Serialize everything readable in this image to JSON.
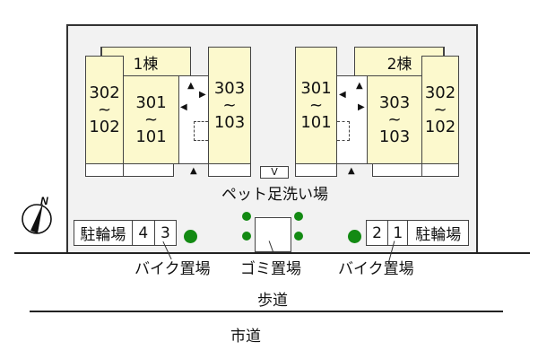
{
  "buildings": [
    {
      "name": "1棟",
      "units": [
        {
          "top": "302",
          "sep": "~",
          "bottom": "102"
        },
        {
          "top": "301",
          "sep": "~",
          "bottom": "101"
        },
        {
          "top": "303",
          "sep": "~",
          "bottom": "103"
        }
      ]
    },
    {
      "name": "2棟",
      "units": [
        {
          "top": "301",
          "sep": "~",
          "bottom": "101"
        },
        {
          "top": "303",
          "sep": "~",
          "bottom": "103"
        },
        {
          "top": "302",
          "sep": "~",
          "bottom": "102"
        }
      ]
    }
  ],
  "pet_wash": "ペット足洗い場",
  "bike_left": {
    "label": "駐輪場",
    "slots": [
      "4",
      "3"
    ],
    "caption": "バイク置場"
  },
  "bike_right": {
    "label": "駐輪場",
    "slots": [
      "2",
      "1"
    ],
    "caption": "バイク置場"
  },
  "garbage": "ゴミ置場",
  "sidewalk": "歩道",
  "city_road": "市道",
  "compass": "N",
  "colors": {
    "unit": "#fcf9cd",
    "tree": "#138a13",
    "lot": "#f2f2f2"
  }
}
